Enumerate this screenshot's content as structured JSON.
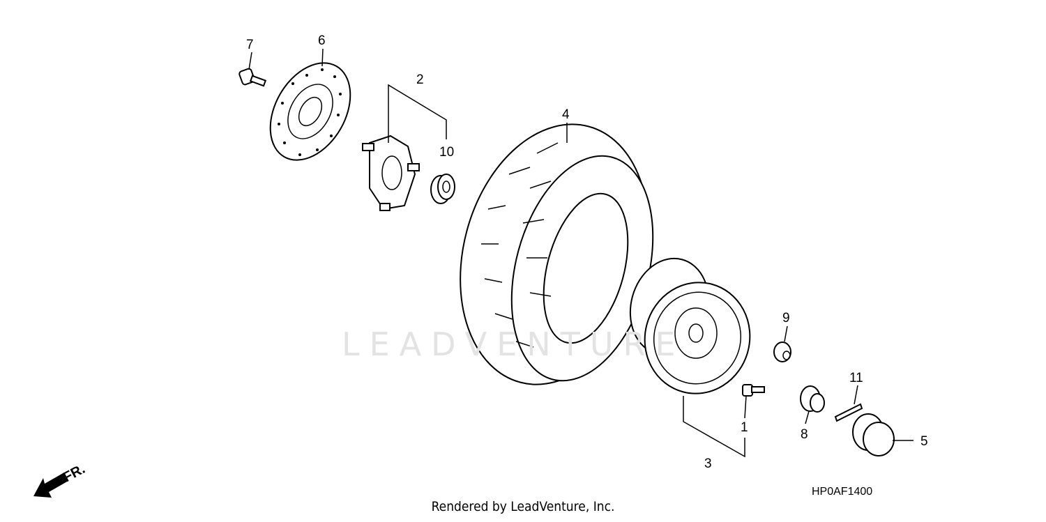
{
  "diagram": {
    "watermark": "LEADVENTURE",
    "diagram_code": "HP0AF1400",
    "direction_label": "FR.",
    "footer": "Rendered by LeadVenture, Inc.",
    "callouts": {
      "c1": "1",
      "c2": "2",
      "c3": "3",
      "c4": "4",
      "c5": "5",
      "c6": "6",
      "c7": "7",
      "c8": "8",
      "c9": "9",
      "c10": "10",
      "c11": "11"
    }
  }
}
